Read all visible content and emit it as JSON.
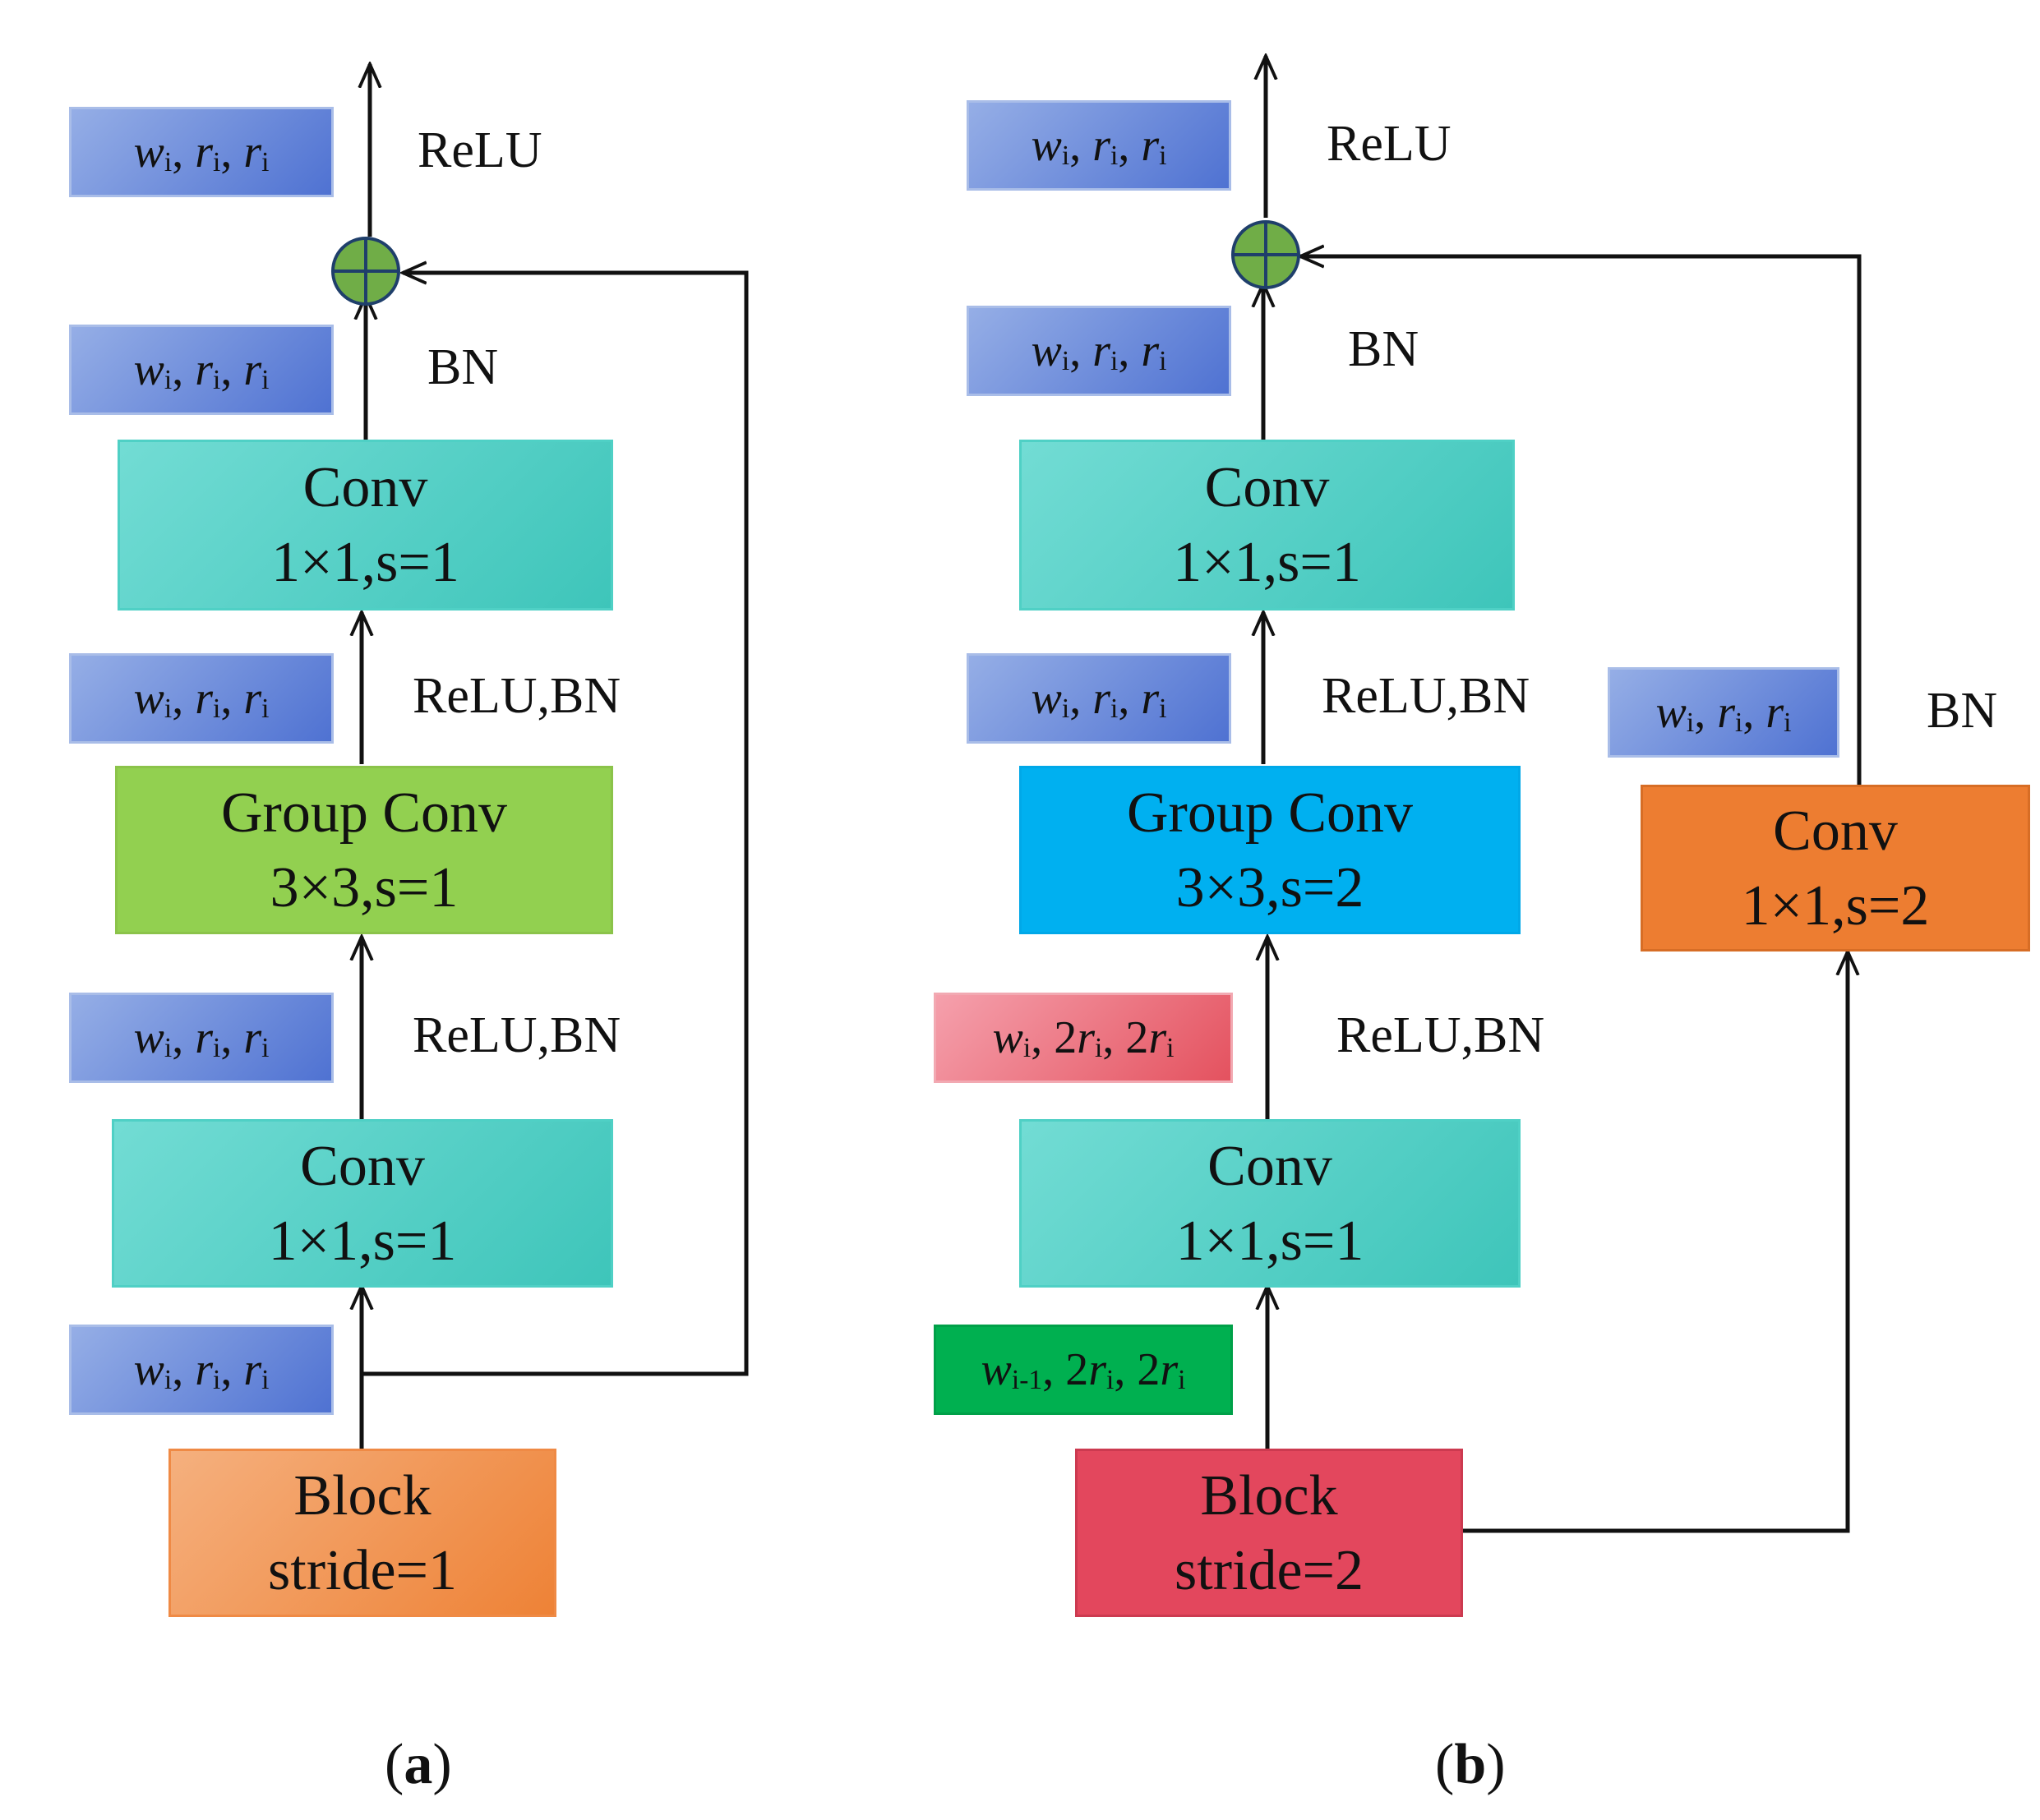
{
  "panel_a": {
    "caption": {
      "open": "(",
      "letter": "a",
      "close": ")"
    },
    "block": {
      "line1": "Block",
      "line2": "stride=1"
    },
    "conv1": {
      "line1": "Conv",
      "line2": "1×1,s=1"
    },
    "group_conv": {
      "line1": "Group Conv",
      "line2": "3×3,s=1"
    },
    "conv2": {
      "line1": "Conv",
      "line2": "1×1,s=1"
    },
    "dim_label": {
      "w": "w",
      "w_sub": "i",
      "r1": "r",
      "r1_sub": "i",
      "r2": "r",
      "r2_sub": "i"
    },
    "op_labels": {
      "relu_top": "ReLU",
      "bn": "BN",
      "relu_bn_upper": "ReLU,BN",
      "relu_bn_lower": "ReLU,BN"
    }
  },
  "panel_b": {
    "caption": {
      "open": "(",
      "letter": "b",
      "close": ")"
    },
    "block": {
      "line1": "Block",
      "line2": "stride=2"
    },
    "conv1": {
      "line1": "Conv",
      "line2": "1×1,s=1"
    },
    "group_conv": {
      "line1": "Group Conv",
      "line2": "3×3,s=2"
    },
    "conv2": {
      "line1": "Conv",
      "line2": "1×1,s=1"
    },
    "shortcut_conv": {
      "line1": "Conv",
      "line2": "1×1,s=2"
    },
    "dim_label": {
      "w": "w",
      "w_sub": "i",
      "r1": "r",
      "r1_sub": "i",
      "r2": "r",
      "r2_sub": "i"
    },
    "dim_input": {
      "w": "w",
      "w_sub": "i-1",
      "c1": "2",
      "r1": "r",
      "r1_sub": "i",
      "c2": "2",
      "r2": "r",
      "r2_sub": "i"
    },
    "dim_after_conv1": {
      "w": "w",
      "w_sub": "i",
      "c1": "2",
      "r1": "r",
      "r1_sub": "i",
      "c2": "2",
      "r2": "r",
      "r2_sub": "i"
    },
    "op_labels": {
      "relu_top": "ReLU",
      "bn": "BN",
      "relu_bn_upper": "ReLU,BN",
      "relu_bn_lower": "ReLU,BN",
      "bn_shortcut": "BN"
    }
  },
  "colors": {
    "conv": "#3ec5ba",
    "group_conv_a": "#92d050",
    "group_conv_b": "#00b0f0",
    "shortcut_conv": "#ed7d31",
    "block_a": "#ee8236",
    "block_b": "#e3475d",
    "dim_blue": "#4f72d2",
    "dim_pink": "#e4525f",
    "dim_green": "#00b050",
    "add_node": "#70ad47"
  },
  "icons": {
    "add_node": "circle-plus-icon"
  }
}
